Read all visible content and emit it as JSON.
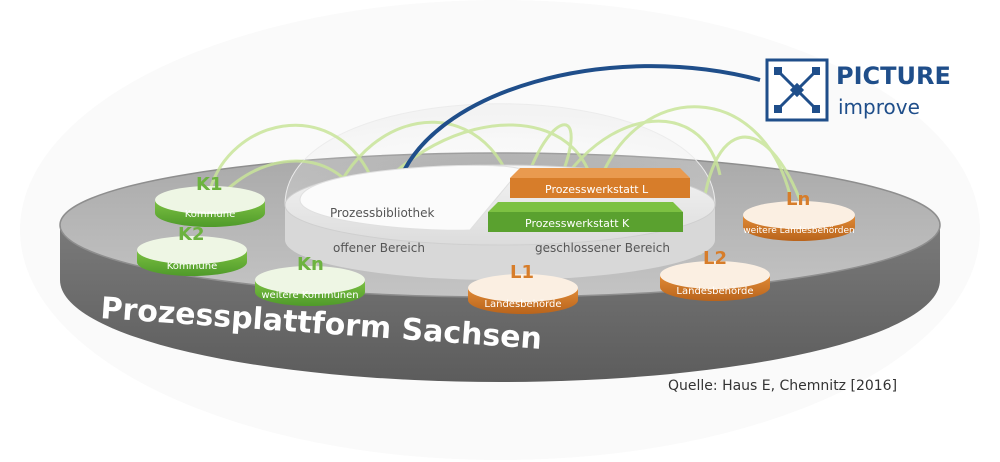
{
  "logo": {
    "title": "PICTURE",
    "subtitle": "improve"
  },
  "platform": {
    "label": "Prozessplattform Sachsen"
  },
  "center": {
    "library": "Prozessbibliothek",
    "open_area": "offener Bereich",
    "closed_area": "geschlossener Bereich",
    "workshop_l": "Prozesswerkstatt L",
    "workshop_k": "Prozesswerkstatt K"
  },
  "nodes": {
    "k1": {
      "tag": "K1",
      "label": "Kommune"
    },
    "k2": {
      "tag": "K2",
      "label": "Kommune"
    },
    "kn": {
      "tag": "Kn",
      "label": "weitere Kommunen"
    },
    "l1": {
      "tag": "L1",
      "label": "Landesbehörde"
    },
    "l2": {
      "tag": "L2",
      "label": "Landesbehörde"
    },
    "ln": {
      "tag": "Ln",
      "label": "weitere Landesbehörden"
    }
  },
  "source": "Quelle: Haus E, Chemnitz [2016]",
  "colors": {
    "green": "#6cb33f",
    "orange": "#d77d2a",
    "navy": "#1f4e8a",
    "platform": "#7d7d7d"
  }
}
